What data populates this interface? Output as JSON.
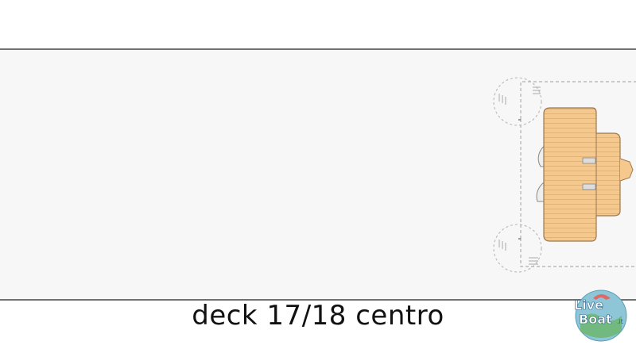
{
  "caption": "deck 17/18 centro",
  "logo": {
    "text_top": "Live",
    "text_bottom": "Boat",
    "suffix": ".it"
  },
  "colors": {
    "hull_fill": "#f7f7f7",
    "hull_outline": "#444444",
    "deck_fill": "#f5c88e",
    "deck_plank": "#c9966a",
    "dashed_line": "#b0b0b0"
  }
}
